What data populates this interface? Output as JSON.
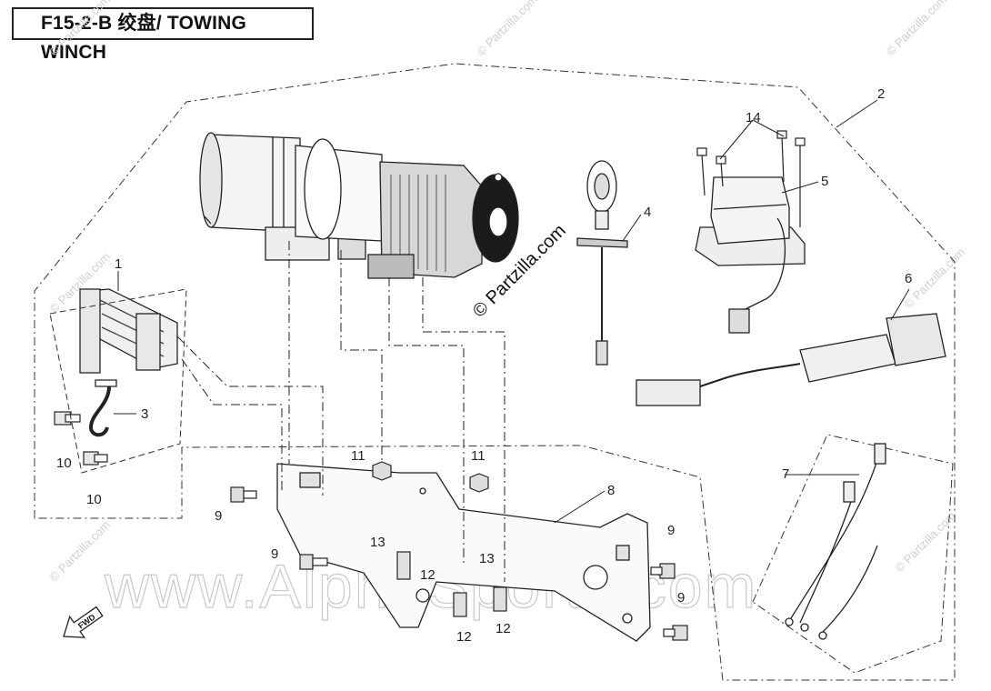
{
  "title": "F15-2-B 绞盘/ TOWING WINCH",
  "callouts": {
    "c1": "1",
    "c2": "2",
    "c3": "3",
    "c4": "4",
    "c5": "5",
    "c6": "6",
    "c7": "7",
    "c8": "8",
    "c9a": "9",
    "c9b": "9",
    "c9c": "9",
    "c9d": "9",
    "c10a": "10",
    "c10b": "10",
    "c11a": "11",
    "c11b": "11",
    "c12a": "12",
    "c12b": "12",
    "c12c": "12",
    "c13a": "13",
    "c13b": "13",
    "c14": "14"
  },
  "fwd_label": "FWD",
  "watermarks": {
    "partzilla": "© Partzilla.com",
    "partzilla_center": "© Partzilla.com",
    "alpha": "www.AlphaSports.com"
  }
}
